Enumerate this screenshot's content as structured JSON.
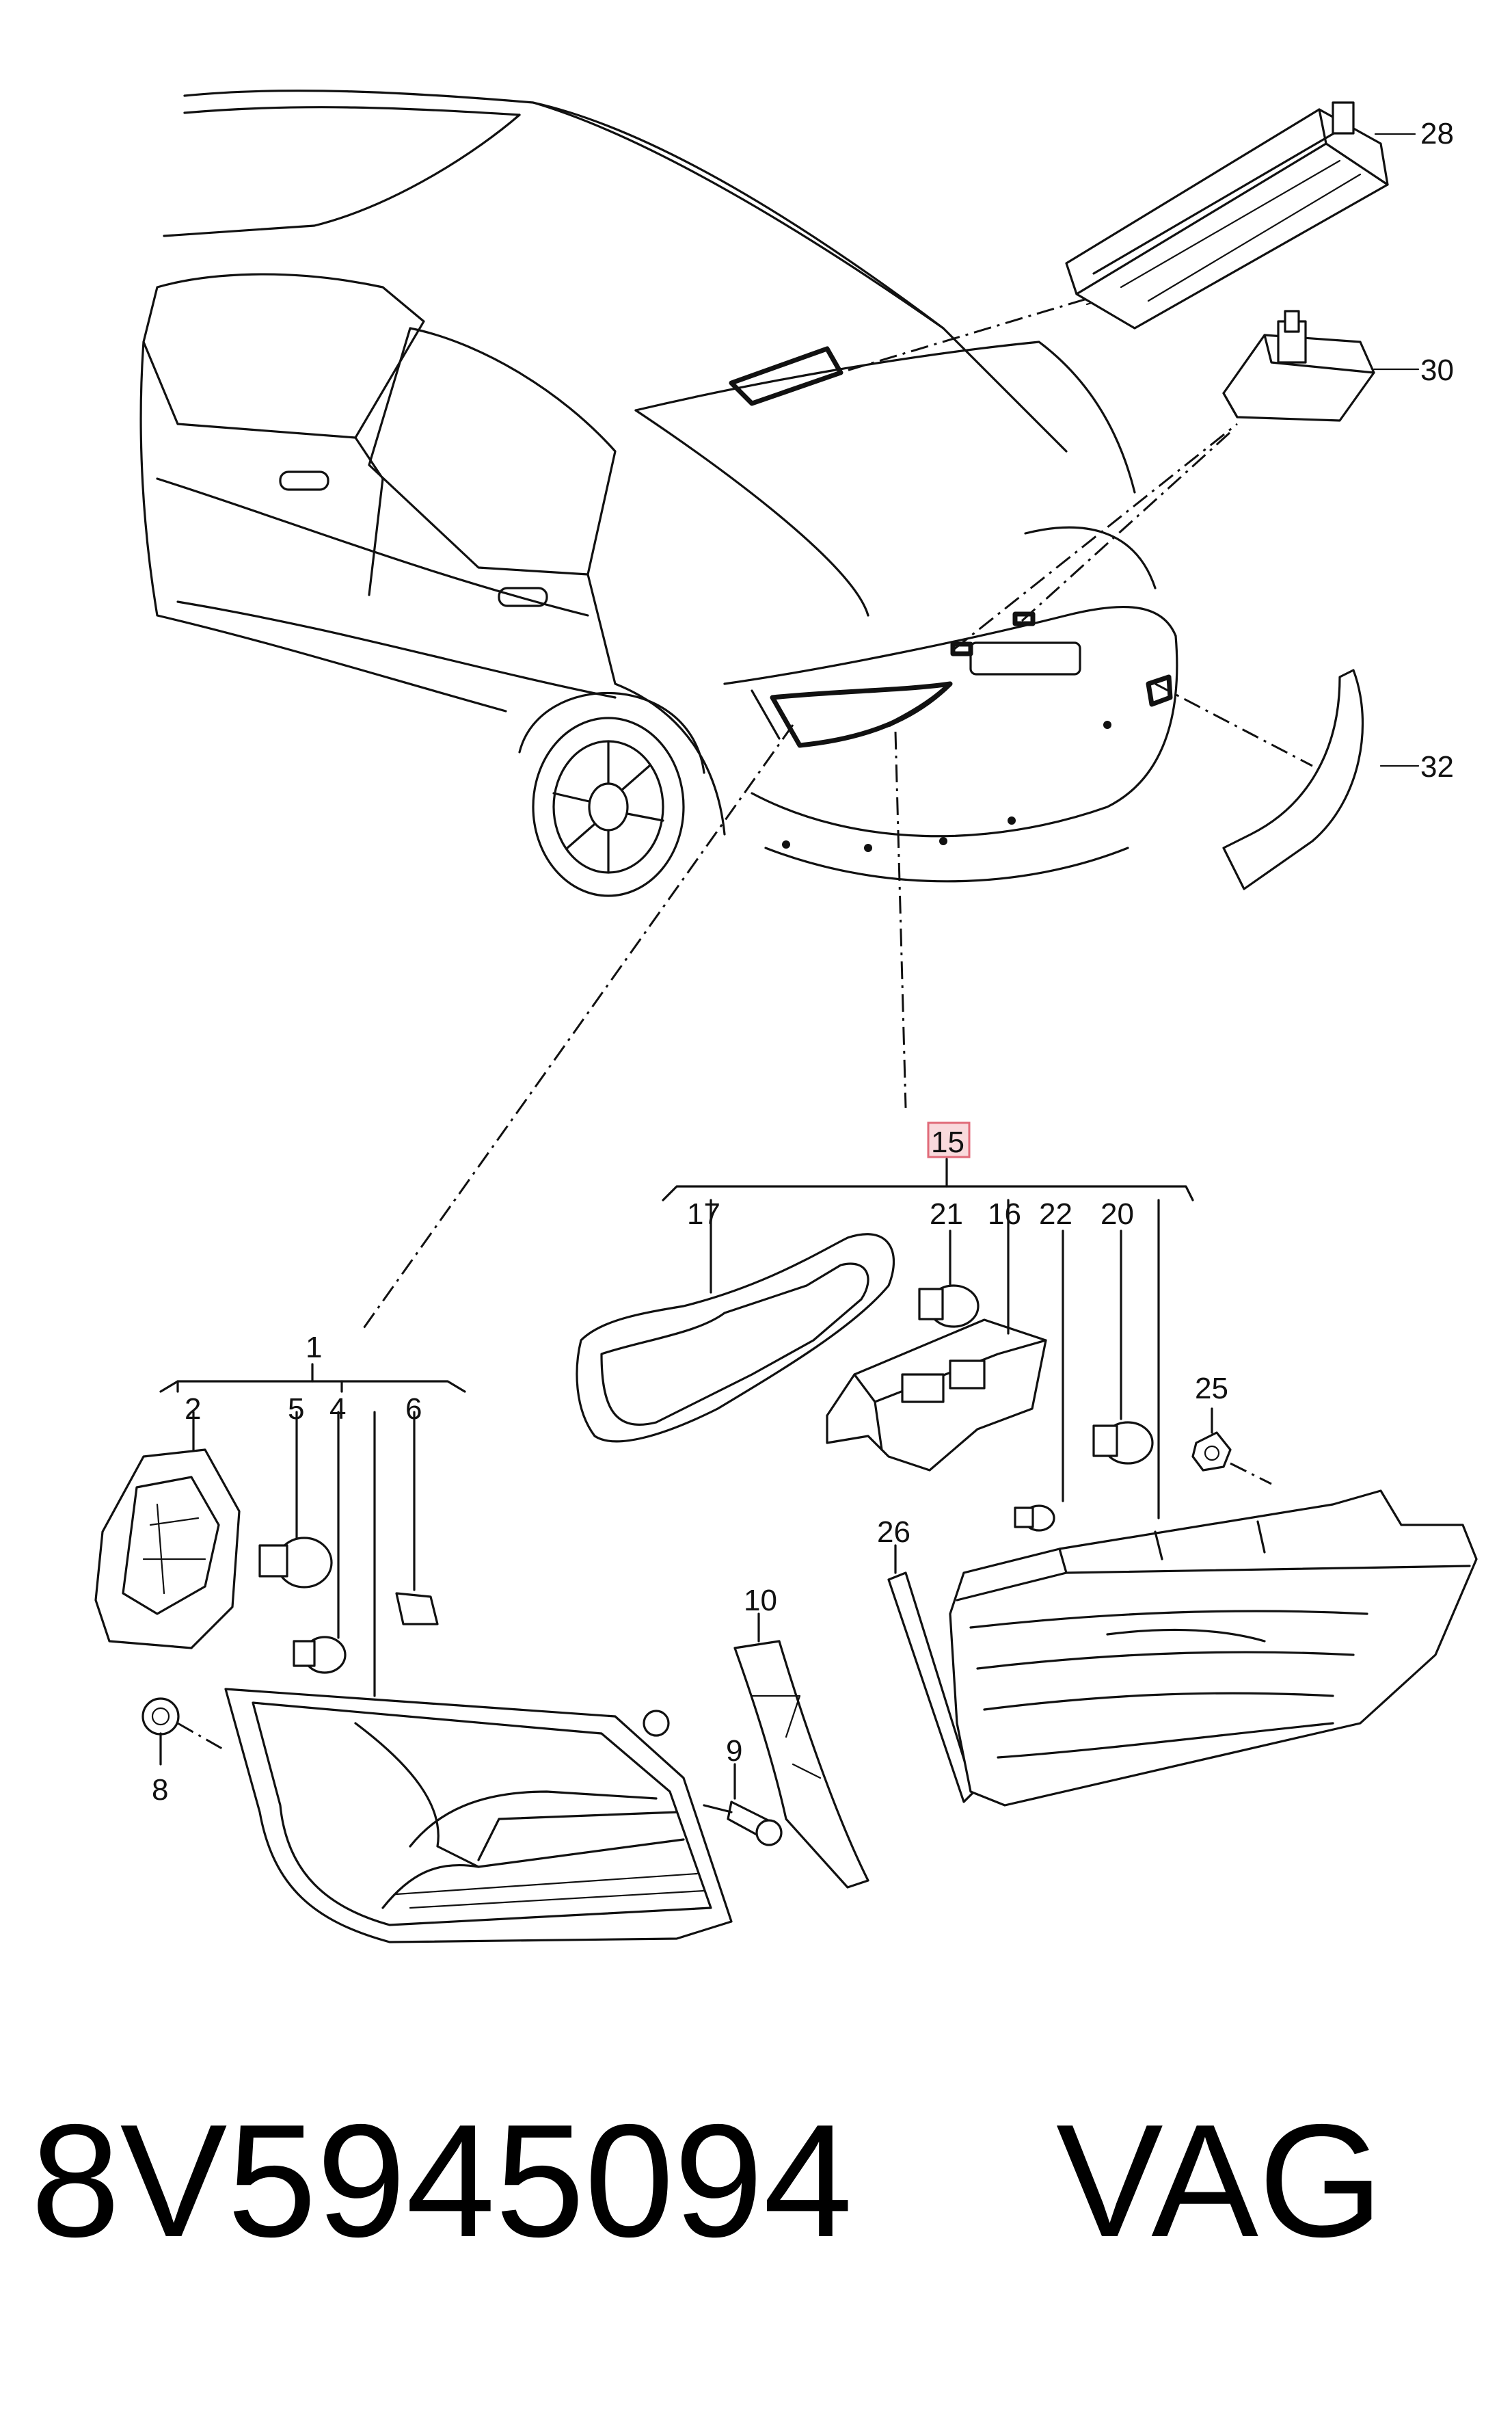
{
  "callouts": {
    "c1": "1",
    "c2": "2",
    "c4": "4",
    "c5": "5",
    "c6": "6",
    "c8": "8",
    "c9": "9",
    "c10": "10",
    "c15": "15",
    "c16": "16",
    "c17": "17",
    "c20": "20",
    "c21": "21",
    "c22": "22",
    "c25": "25",
    "c26": "26",
    "c28": "28",
    "c30": "30",
    "c32": "32"
  },
  "highlight_color": "#e06a78",
  "footer": {
    "part_number": "8V5945094",
    "brand": "VAG"
  }
}
